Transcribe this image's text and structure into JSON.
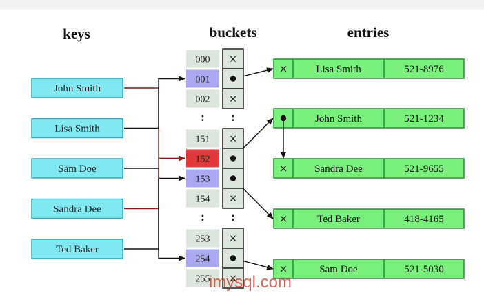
{
  "headers": {
    "keys": "keys",
    "buckets": "buckets",
    "entries": "entries"
  },
  "keys": [
    {
      "label": "John Smith"
    },
    {
      "label": "Lisa Smith"
    },
    {
      "label": "Sam Doe"
    },
    {
      "label": "Sandra Dee"
    },
    {
      "label": "Ted Baker"
    }
  ],
  "bucket_groups": [
    [
      {
        "index": "000",
        "state": "normal",
        "pointer": false
      },
      {
        "index": "001",
        "state": "used",
        "pointer": true
      },
      {
        "index": "002",
        "state": "normal",
        "pointer": false
      }
    ],
    [
      {
        "index": "151",
        "state": "normal",
        "pointer": false
      },
      {
        "index": "152",
        "state": "collision",
        "pointer": true
      },
      {
        "index": "153",
        "state": "used",
        "pointer": true
      },
      {
        "index": "154",
        "state": "normal",
        "pointer": false
      }
    ],
    [
      {
        "index": "253",
        "state": "normal",
        "pointer": false
      },
      {
        "index": "254",
        "state": "used",
        "pointer": true
      },
      {
        "index": "255",
        "state": "normal",
        "pointer": false
      }
    ]
  ],
  "ellipsis": ":",
  "null_marker": "×",
  "entries": [
    {
      "name": "Lisa Smith",
      "phone": "521-8976",
      "next": "null"
    },
    {
      "name": "John Smith",
      "phone": "521-1234",
      "next": "pointer"
    },
    {
      "name": "Sandra Dee",
      "phone": "521-9655",
      "next": "null"
    },
    {
      "name": "Ted Baker",
      "phone": "418-4165",
      "next": "null"
    },
    {
      "name": "Sam Doe",
      "phone": "521-5030",
      "next": "null"
    }
  ],
  "mappings": [
    {
      "key": "John Smith",
      "bucket": "152"
    },
    {
      "key": "Lisa Smith",
      "bucket": "001"
    },
    {
      "key": "Sam Doe",
      "bucket": "254"
    },
    {
      "key": "Sandra Dee",
      "bucket": "152"
    },
    {
      "key": "Ted Baker",
      "bucket": "153"
    }
  ],
  "colors": {
    "key_fill": "#7fe8f2",
    "bucket_normal": "#dde6dd",
    "bucket_used": "#a9a8f0",
    "bucket_collision": "#e23a3a",
    "entry_fill": "#79f07c",
    "collision_arrow": "#8b1a1a"
  },
  "watermark": "imysql.com"
}
